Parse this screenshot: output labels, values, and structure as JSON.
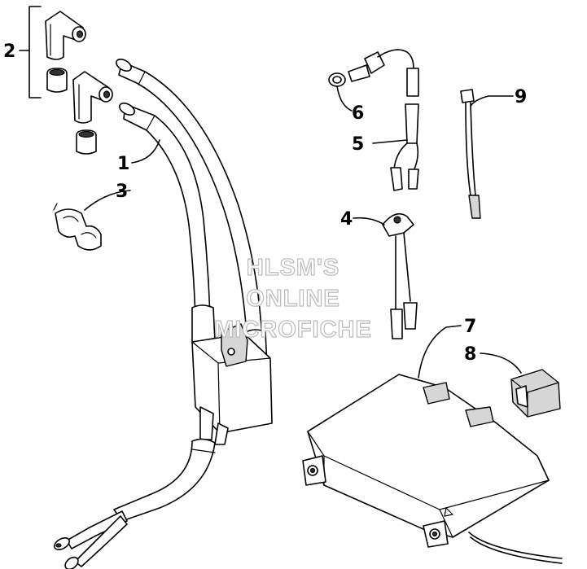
{
  "callouts": {
    "c1": "1",
    "c2": "2",
    "c3": "3",
    "c4": "4",
    "c5": "5",
    "c6": "6",
    "c7": "7",
    "c8": "8",
    "c9": "9"
  },
  "watermark": {
    "line1": "HLSM'S",
    "line2": "ONLINE",
    "line3": "MICROFICHE"
  },
  "parts": [
    {
      "callout": "1",
      "name": "ignition-coil"
    },
    {
      "callout": "2",
      "name": "spark-plug-cap-set"
    },
    {
      "callout": "3",
      "name": "wire-clip"
    },
    {
      "callout": "4",
      "name": "sensor-with-leads"
    },
    {
      "callout": "5",
      "name": "temperature-sensor-harness"
    },
    {
      "callout": "6",
      "name": "sensor-washer"
    },
    {
      "callout": "7",
      "name": "cdi-box"
    },
    {
      "callout": "8",
      "name": "rubber-cap"
    },
    {
      "callout": "9",
      "name": "wire-lead"
    }
  ]
}
